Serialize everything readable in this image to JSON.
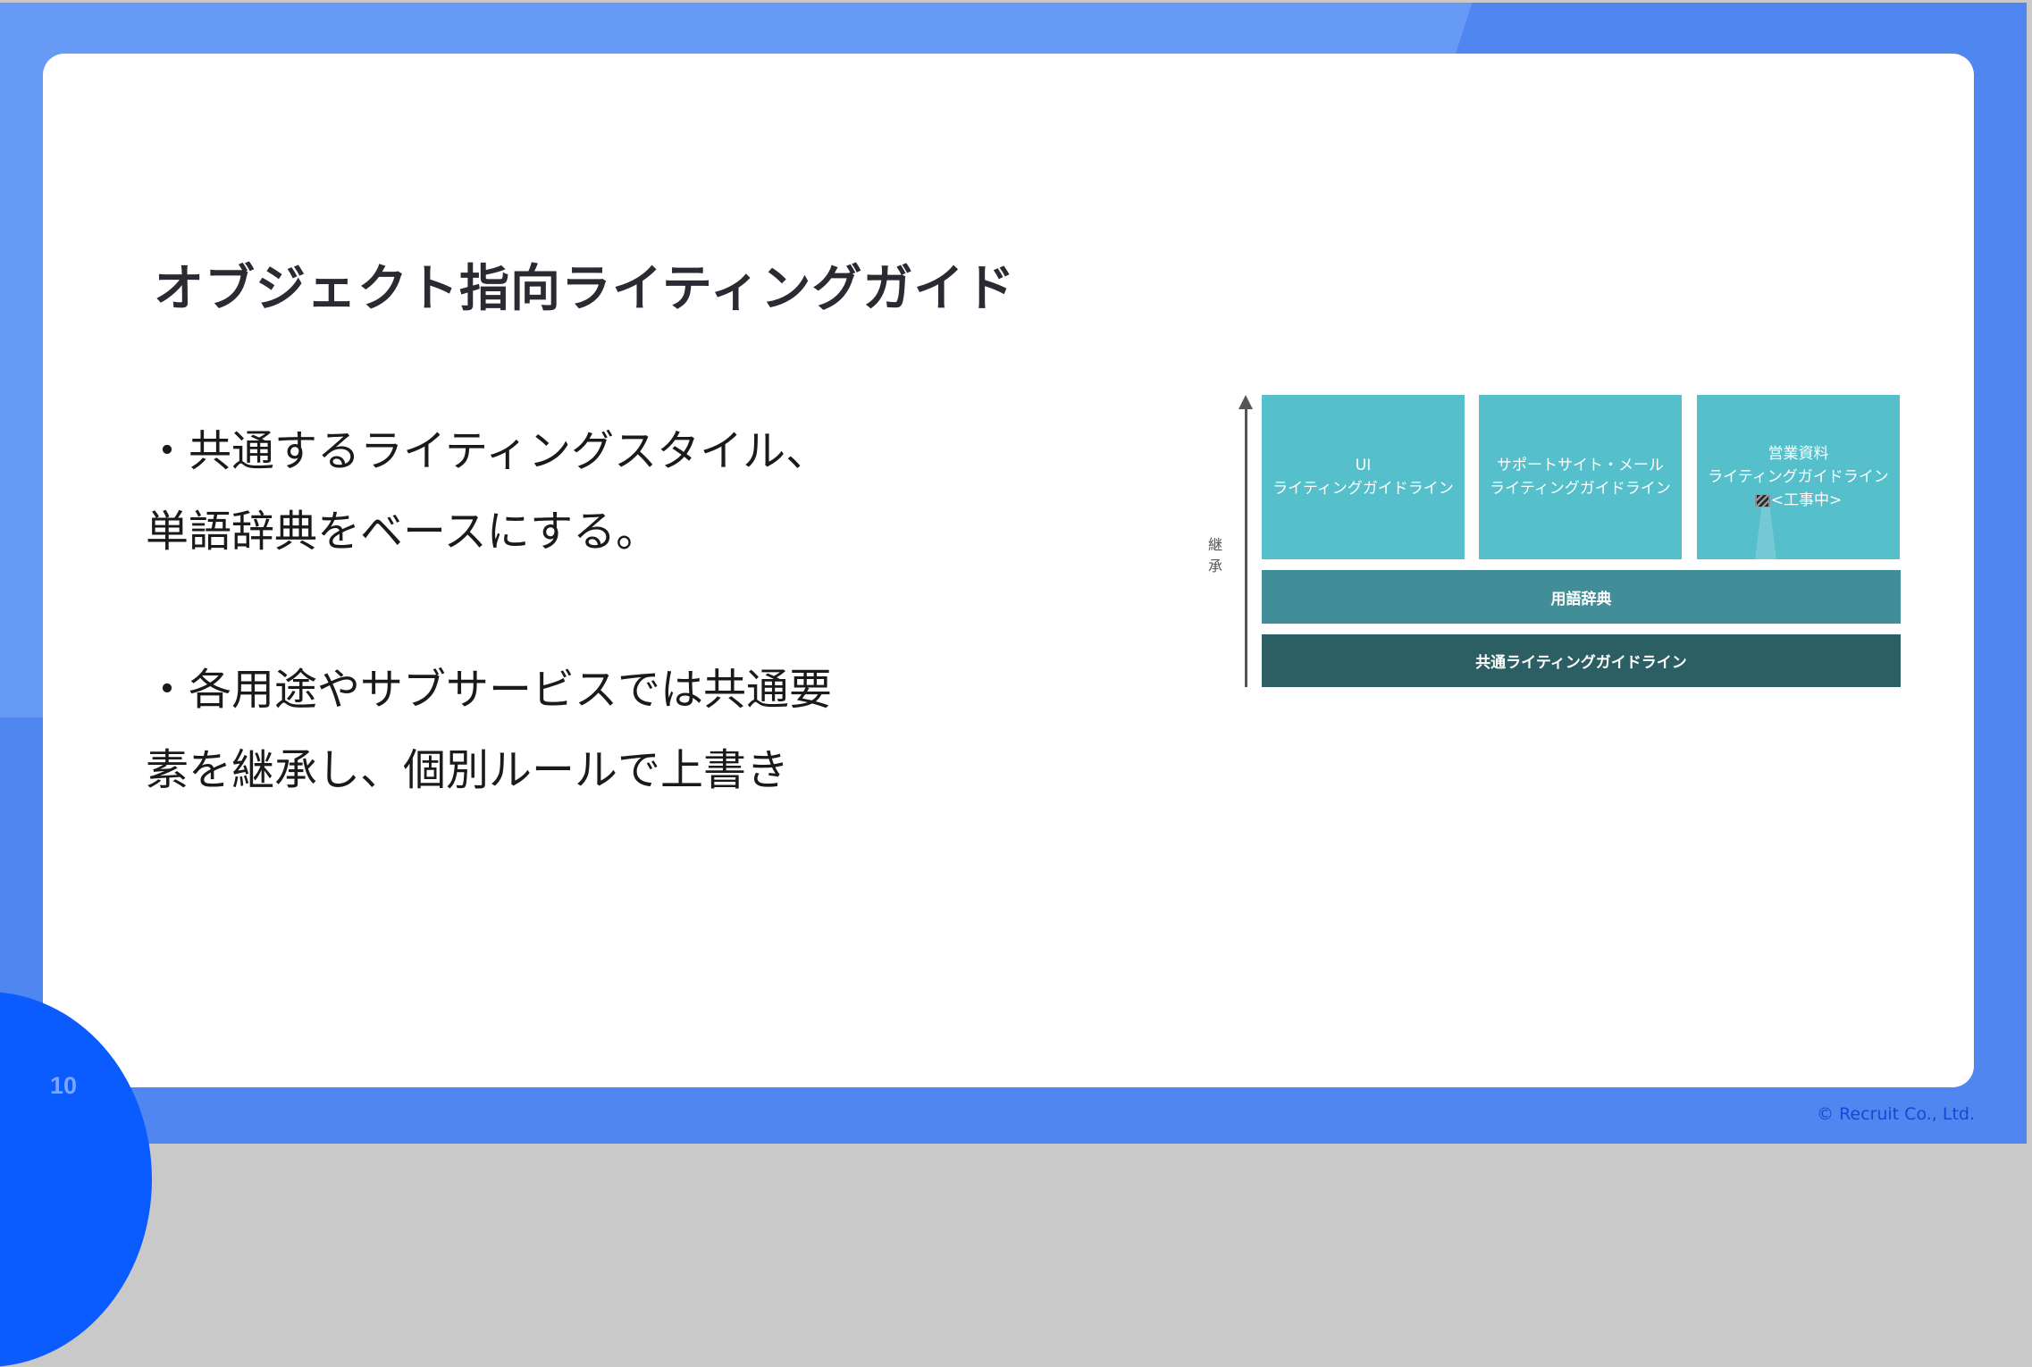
{
  "slide": {
    "page_number": "10",
    "copyright": "© Recruit Co., Ltd.",
    "title": "オブジェクト指向ライティングガイド",
    "body_lines": [
      "・共通するライティングスタイル、",
      "単語辞典をベースにする。",
      "・各用途やサブサービスでは共通要",
      "素を継承し、個別ルールで上書き"
    ]
  },
  "diagram": {
    "axis_label": "継承",
    "top_boxes": [
      {
        "line1": "UI",
        "line2": "ライティングガイドライン"
      },
      {
        "line1": "サポートサイト・メール",
        "line2": "ライティングガイドライン"
      },
      {
        "line1": "営業資料",
        "line2": "ライティングガイドライン",
        "status_icon": "construction-barrier-icon",
        "status": "<工事中>"
      }
    ],
    "middle_bar": "用語辞典",
    "base_bar": "共通ライティングガイドライン"
  },
  "colors": {
    "background_blue": "#4f86ef",
    "background_light_blue": "#6b9df5",
    "page_circle": "#0b5cff",
    "top_box": "#55bfcb",
    "dictionary_bar": "#428e98",
    "base_bar": "#2b5f63",
    "title_text": "#2a2a33",
    "copyright_text": "#1747d8"
  }
}
